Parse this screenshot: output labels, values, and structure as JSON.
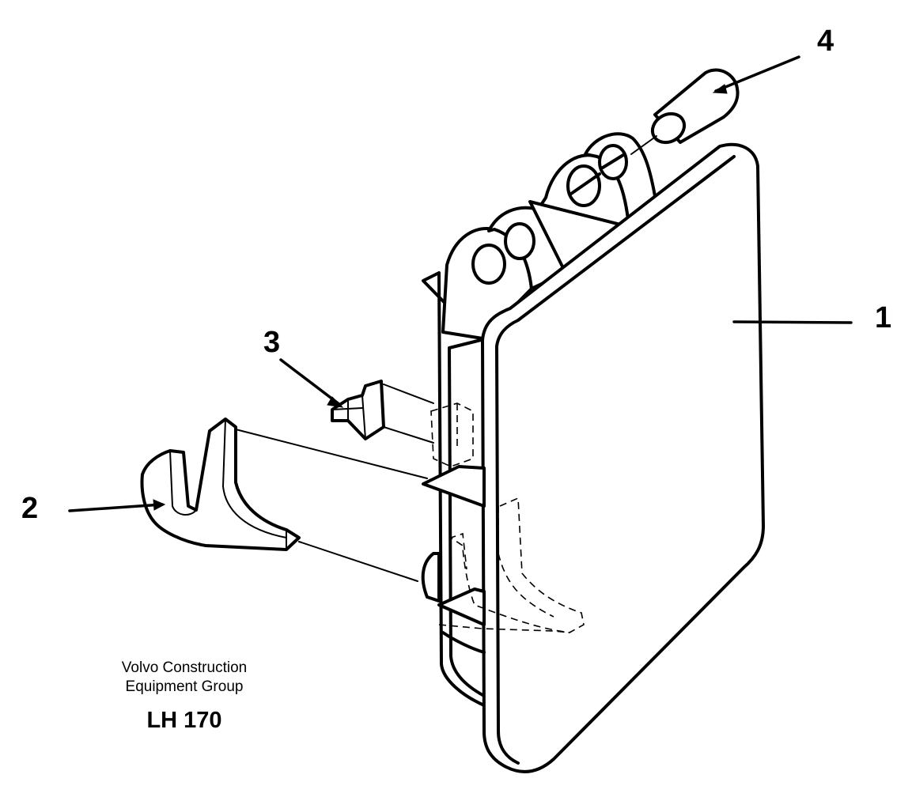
{
  "callouts": {
    "part_1": "1",
    "part_2": "2",
    "part_3": "3",
    "part_4": "4"
  },
  "caption": {
    "company_line_1": "Volvo Construction",
    "company_line_2": "Equipment Group",
    "model": "LH 170"
  }
}
